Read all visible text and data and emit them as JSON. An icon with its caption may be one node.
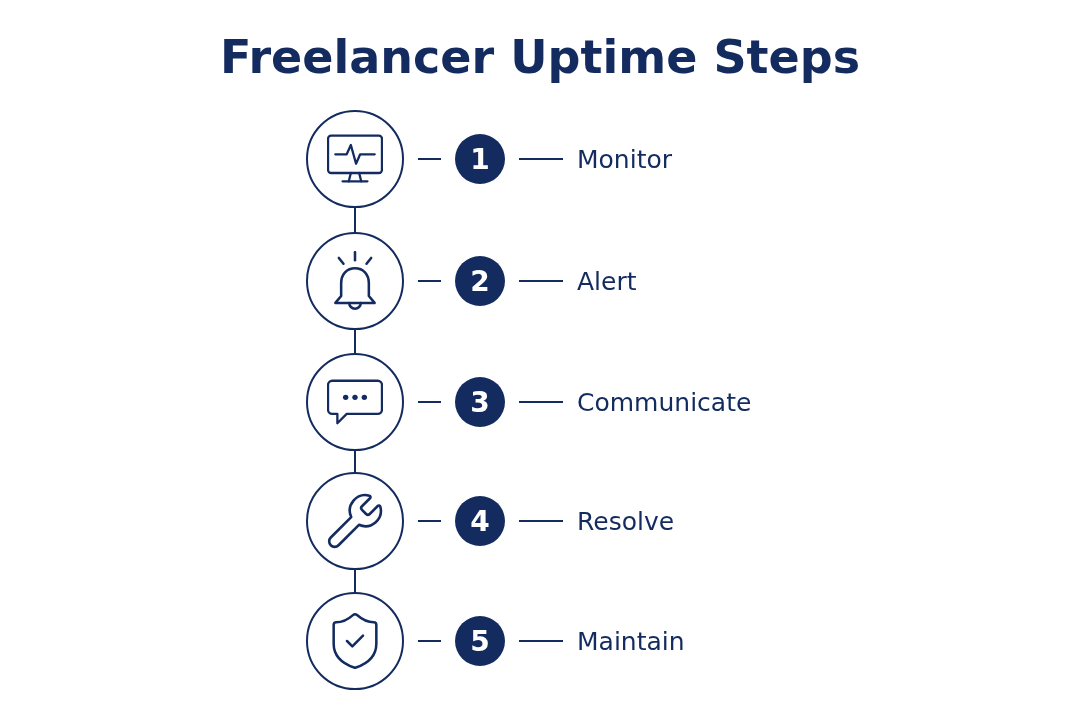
{
  "diagram": {
    "title": "Freelancer Uptime Steps",
    "nodes": [
      {
        "text": [],
        "shape": "circle"
      },
      {
        "text": [
          "1"
        ]
      },
      {
        "text": [
          "Monitor"
        ]
      },
      {
        "text": [],
        "shape": "circle"
      },
      {
        "text": [
          "2"
        ]
      },
      {
        "text": [
          "Alert"
        ]
      },
      {
        "text": [],
        "shape": "circle"
      },
      {
        "text": [
          "3"
        ]
      },
      {
        "text": [
          "Communicate"
        ]
      },
      {
        "text": [],
        "shape": "circle"
      },
      {
        "text": [
          "4"
        ]
      },
      {
        "text": [
          "Resolve"
        ]
      },
      {
        "text": [],
        "shape": "circle"
      },
      {
        "text": [
          "5"
        ]
      },
      {
        "text": [
          "Maintain"
        ]
      }
    ],
    "edges": [
      {
        "from": 0,
        "to": 1,
        "arrow": "none"
      },
      {
        "from": 1,
        "to": 2,
        "arrow": "none"
      },
      {
        "from": 0,
        "to": 3,
        "arrow": "none"
      },
      {
        "from": 3,
        "to": 4,
        "arrow": "none"
      },
      {
        "from": 4,
        "to": 5,
        "arrow": "none"
      },
      {
        "from": 3,
        "to": 6,
        "arrow": "none"
      },
      {
        "from": 6,
        "to": 7,
        "arrow": "none"
      },
      {
        "from": 7,
        "to": 8,
        "arrow": "none"
      },
      {
        "from": 6,
        "to": 9,
        "arrow": "none"
      },
      {
        "from": 9,
        "to": 10,
        "arrow": "none"
      },
      {
        "from": 10,
        "to": 11,
        "arrow": "none"
      },
      {
        "from": 9,
        "to": 12,
        "arrow": "none"
      },
      {
        "from": 12,
        "to": 13,
        "arrow": "none"
      },
      {
        "from": 13,
        "to": 14,
        "arrow": "none"
      }
    ]
  }
}
